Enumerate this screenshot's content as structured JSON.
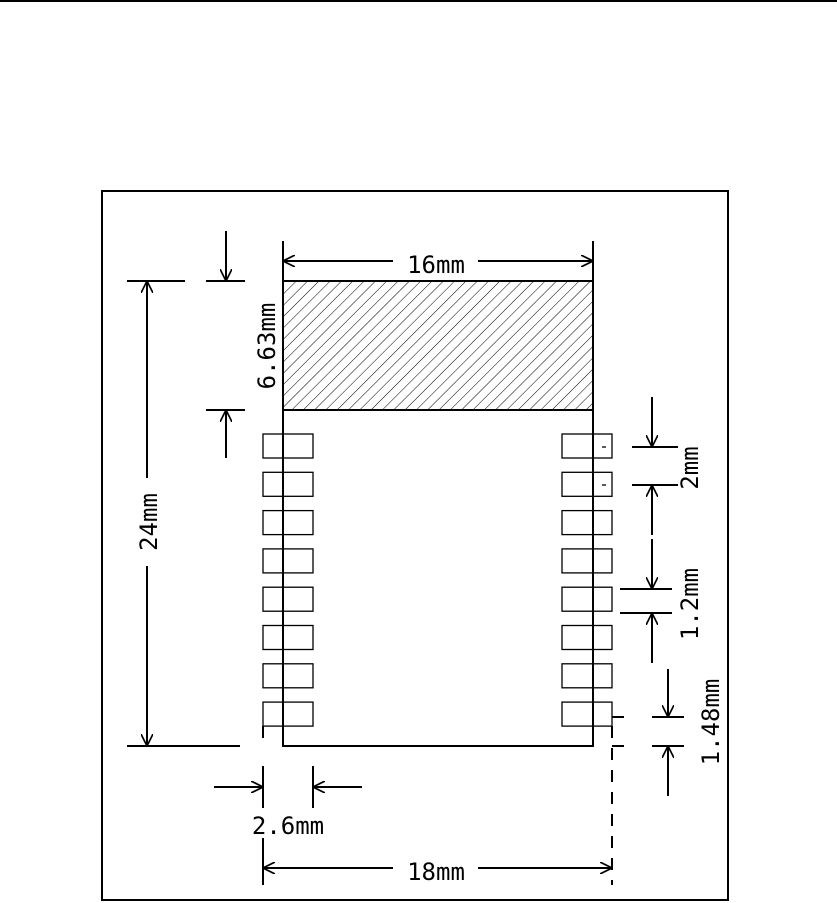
{
  "dimensions": {
    "module_width": "16mm",
    "module_height": "24mm",
    "antenna_height": "6.63mm",
    "pad_pitch": "2mm",
    "pad_width": "1.2mm",
    "pad_spacing": "1.48mm",
    "pad_length": "2.6mm",
    "overall_width": "18mm"
  },
  "pads_per_side": 8,
  "colors": {
    "line": "#000000",
    "background": "#ffffff"
  }
}
